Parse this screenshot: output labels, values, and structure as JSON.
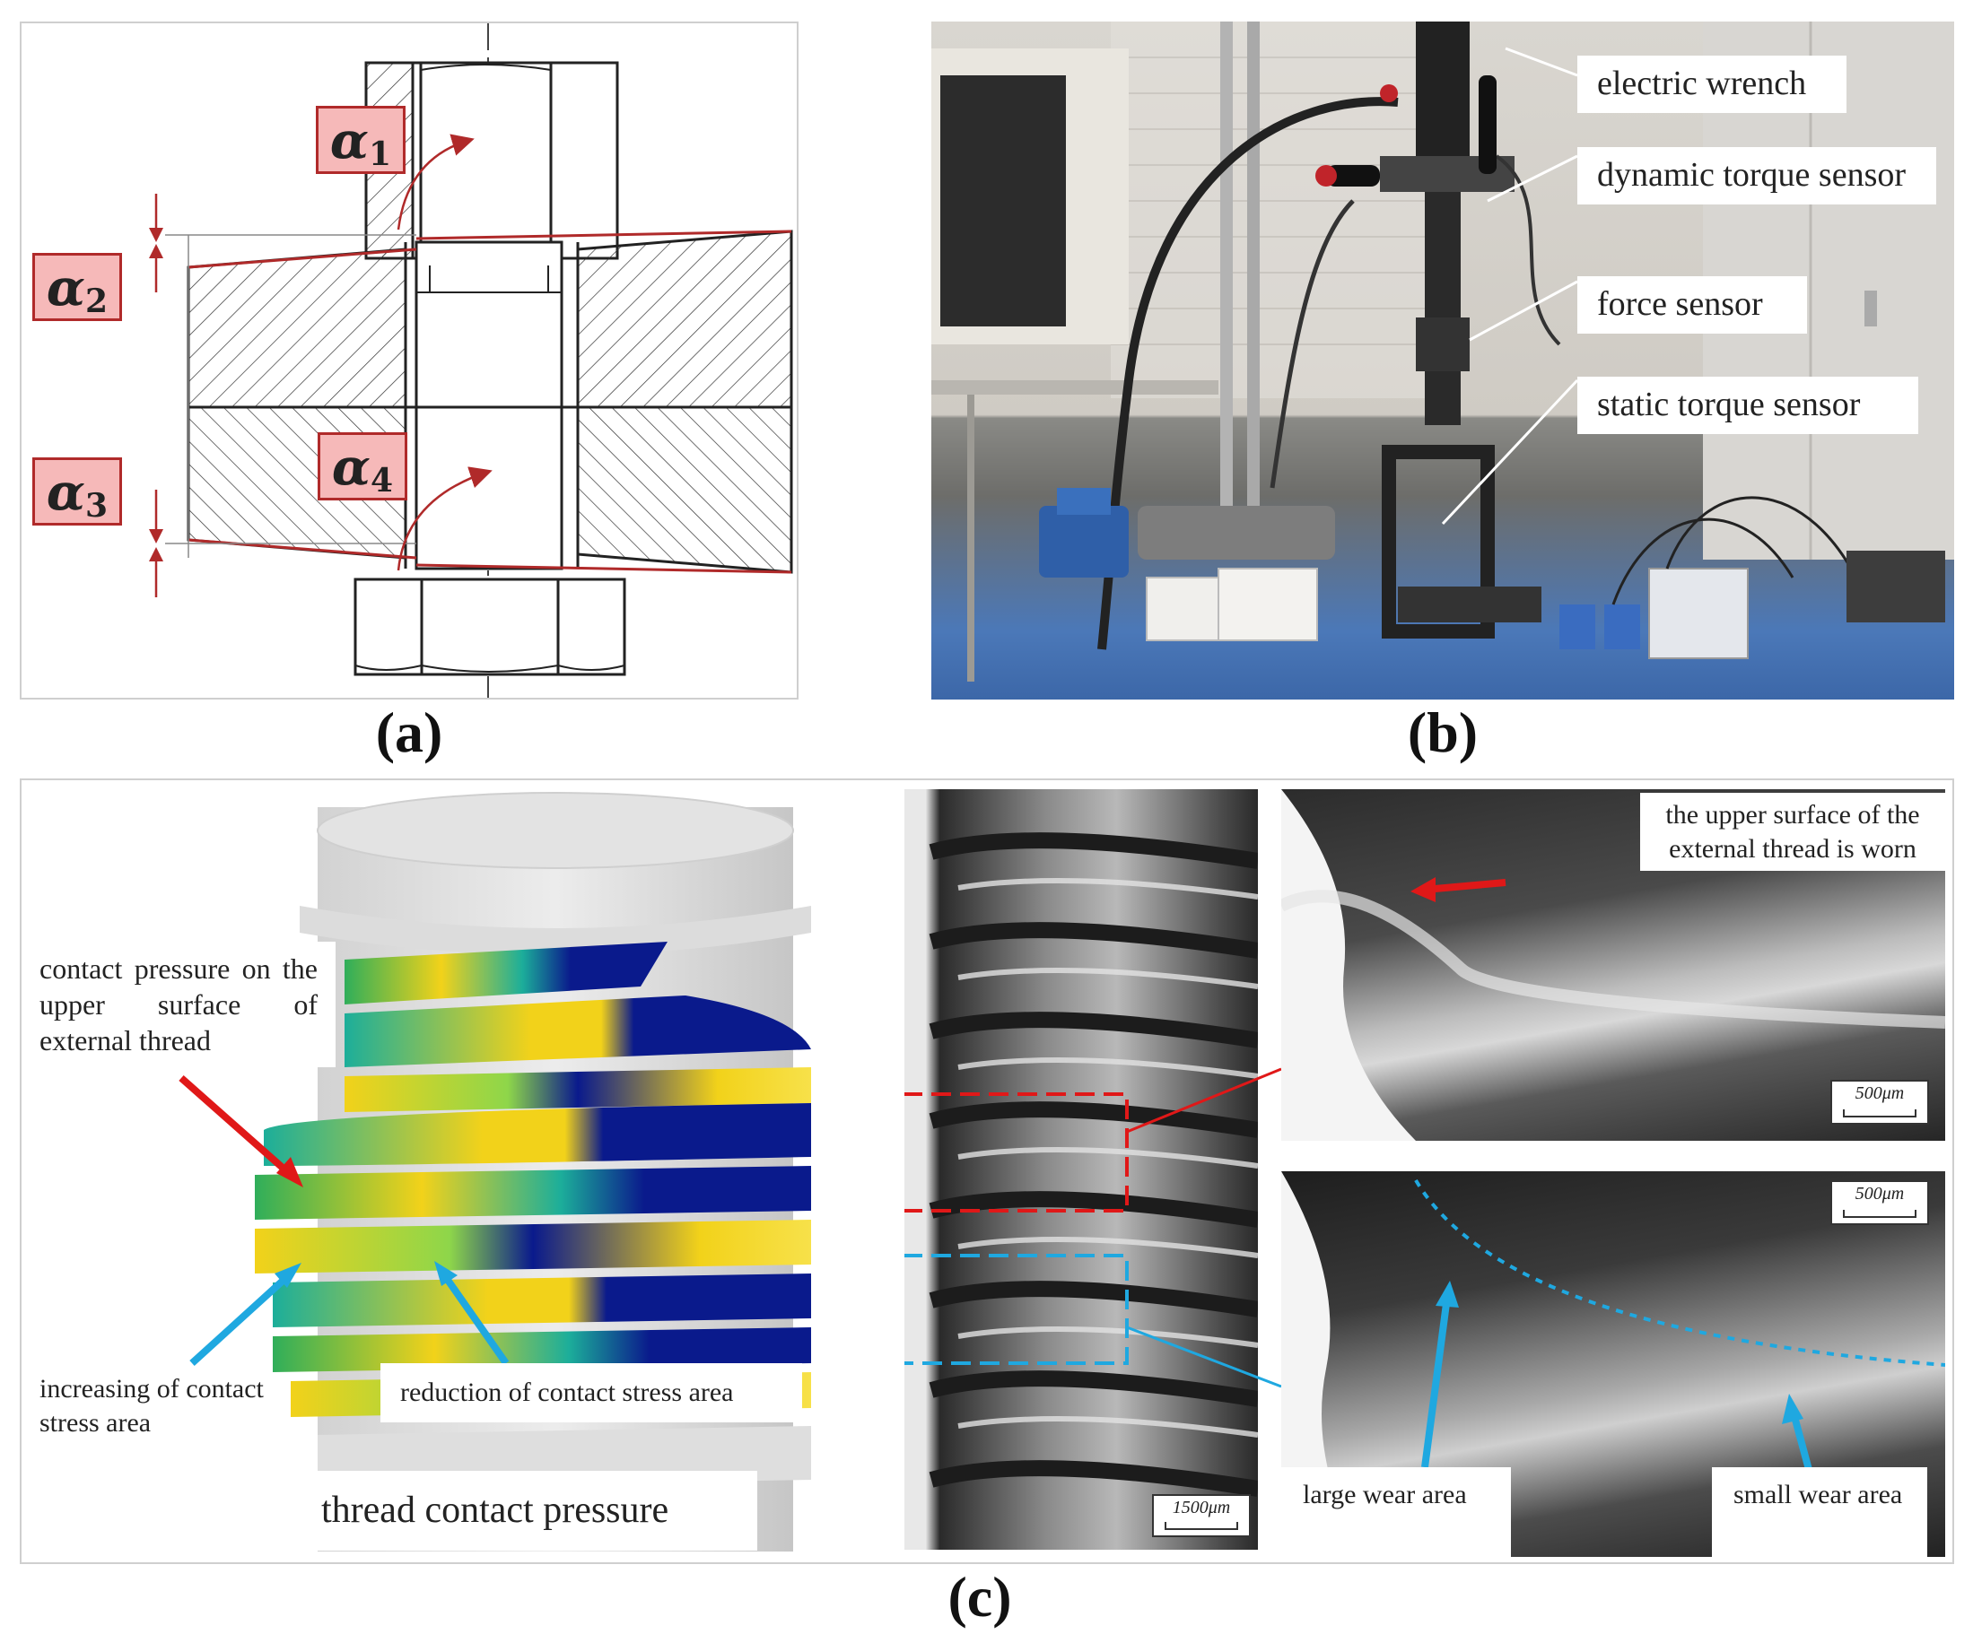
{
  "panel_a": {
    "caption": "(a)",
    "alphas": [
      {
        "symbol": "α",
        "sub": "1"
      },
      {
        "symbol": "α",
        "sub": "2"
      },
      {
        "symbol": "α",
        "sub": "3"
      },
      {
        "symbol": "α",
        "sub": "4"
      }
    ]
  },
  "panel_b": {
    "caption": "(b)",
    "labels": [
      "electric wrench",
      "dynamic torque sensor",
      "force sensor",
      "static torque sensor"
    ]
  },
  "panel_c": {
    "caption": "(c)",
    "sim": {
      "contact_label": "contact pressure on the upper surface of external thread",
      "increasing_label": "increasing of contact stress area",
      "reduction_label": "reduction of contact stress area",
      "title": "thread contact pressure"
    },
    "photo": {
      "scale_main": "1500μm"
    },
    "zoom": {
      "worn_label": "the upper surface of the external thread is worn",
      "scale_top": "500μm",
      "scale_bottom": "500μm",
      "large_wear": "large wear area",
      "small_wear": "small wear area"
    }
  },
  "colors": {
    "alpha_fill": "#f6b9b9",
    "alpha_border": "#b02a2a",
    "red_arrow": "#e01818",
    "blue_arrow": "#1fa8e0",
    "contour_blue": "#0a1a8c",
    "contour_yellow": "#f2d21a",
    "contour_green": "#2fae5a"
  }
}
